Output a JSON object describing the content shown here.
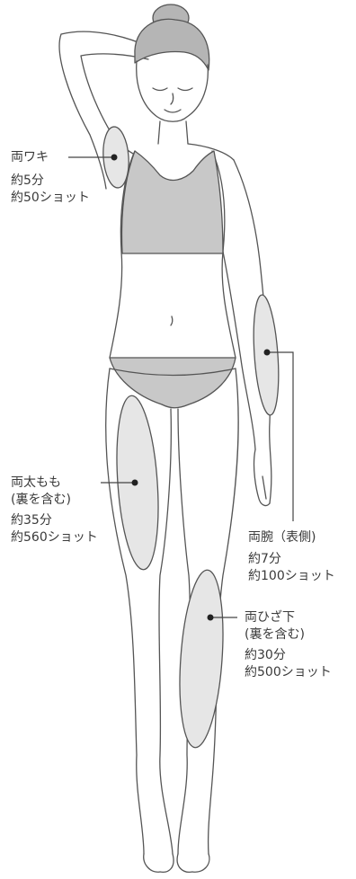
{
  "colors": {
    "outline": "#555555",
    "hair": "#b5b5b5",
    "bra": "#c8c8c8",
    "area_fill": "#e6e6e6",
    "leader": "#444444",
    "text": "#3a3a3a"
  },
  "areas": [
    {
      "id": "underarm",
      "name": "両ワキ",
      "name_line2": "",
      "time": "約5分",
      "shots": "約50ショット"
    },
    {
      "id": "thigh",
      "name": "両太もも",
      "name_line2": "(裏を含む)",
      "time": "約35分",
      "shots": "約560ショット"
    },
    {
      "id": "forearm",
      "name": "両腕（表側)",
      "name_line2": "",
      "time": "約7分",
      "shots": "約100ショット"
    },
    {
      "id": "lower-leg",
      "name": "両ひざ下",
      "name_line2": "(裏を含む)",
      "time": "約30分",
      "shots": "約500ショット"
    }
  ]
}
